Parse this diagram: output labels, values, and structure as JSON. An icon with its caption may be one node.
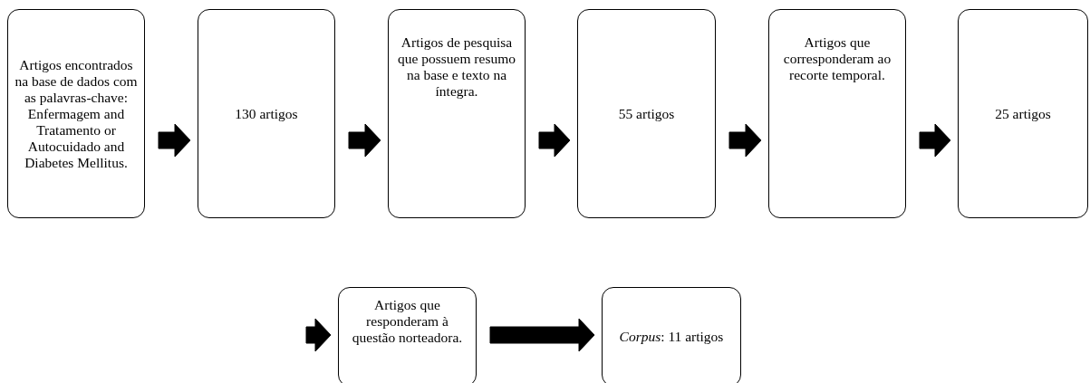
{
  "diagram": {
    "nodes": [
      {
        "text": [
          "Artigos encontrados na base de dados com as palavras-chave: Enfermagem and Tratamento or Autocuidado and Diabetes Mellitus."
        ]
      },
      {
        "text": [
          "130 artigos"
        ]
      },
      {
        "text": [
          "Artigos de pesquisa que possuem resumo na base e texto na íntegra."
        ]
      },
      {
        "text": [
          "55 artigos"
        ]
      },
      {
        "text": [
          "Artigos que corresponderam ao recorte temporal."
        ]
      },
      {
        "text": [
          "25 artigos"
        ]
      },
      {
        "text": [
          "Artigos que responderam à questão norteadora."
        ]
      },
      {
        "text": [
          "*Corpus*: 11 artigos"
        ]
      }
    ],
    "edges": [
      {
        "from": 0,
        "to": 1,
        "arrow": "to"
      },
      {
        "from": 1,
        "to": 2,
        "arrow": "to"
      },
      {
        "from": 2,
        "to": 3,
        "arrow": "to"
      },
      {
        "from": 3,
        "to": 4,
        "arrow": "to"
      },
      {
        "from": 4,
        "to": 5,
        "arrow": "to"
      },
      {
        "from": null,
        "to": 6,
        "arrow": "to"
      },
      {
        "from": 6,
        "to": 7,
        "arrow": "to"
      }
    ]
  }
}
